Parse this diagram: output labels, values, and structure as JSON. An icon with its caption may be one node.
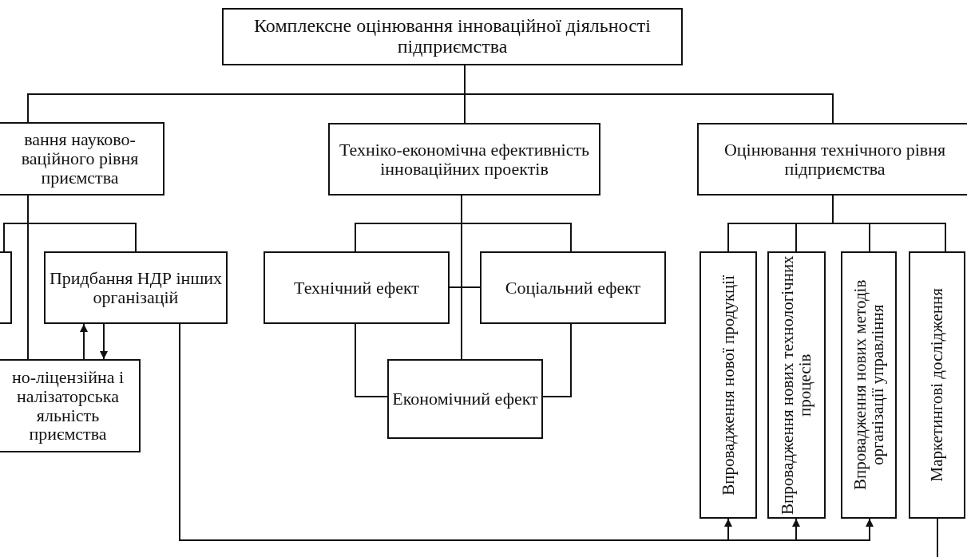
{
  "diagram": {
    "nodes": [
      {
        "text": [
          "Комплексне оцінювання інноваційної діяльності  підприємства"
        ]
      },
      {
        "text": [
          "вання науково- ваційного рівня приємства"
        ]
      },
      {
        "text": [
          "Техніко-економічна ефективність інноваційних проектів"
        ]
      },
      {
        "text": [
          "Оцінювання технічного рівня підприємства"
        ]
      },
      {
        "text": [],
        "shape": "box"
      },
      {
        "text": [
          "Придбання НДР інших організацій"
        ]
      },
      {
        "text": [
          "но-ліцензійна і налізаторська яльність приємства"
        ]
      },
      {
        "text": [
          "Технічний ефект"
        ]
      },
      {
        "text": [
          "Соціальний ефект"
        ]
      },
      {
        "text": [
          "Економічний ефект"
        ]
      },
      {
        "text": [
          "Впровадження нової продукції"
        ]
      },
      {
        "text": [
          "Впровадження нових технологічних процесів"
        ]
      },
      {
        "text": [
          "Впровадження нових методів організації управління"
        ]
      },
      {
        "text": [
          "Маркетингові дослідження"
        ]
      }
    ],
    "edges": [
      {
        "from": 0,
        "to": 1,
        "arrow": "none"
      },
      {
        "from": 0,
        "to": 2,
        "arrow": "none"
      },
      {
        "from": 0,
        "to": 3,
        "arrow": "none"
      },
      {
        "from": 1,
        "to": 4,
        "arrow": "none"
      },
      {
        "from": 1,
        "to": 5,
        "arrow": "none"
      },
      {
        "from": 1,
        "to": 6,
        "arrow": "none"
      },
      {
        "from": 6,
        "to": 5,
        "arrow": "to"
      },
      {
        "from": 5,
        "to": 6,
        "arrow": "to"
      },
      {
        "from": 5,
        "to": 10,
        "arrow": "to"
      },
      {
        "from": 5,
        "to": 11,
        "arrow": "to"
      },
      {
        "from": 5,
        "to": 12,
        "arrow": "to"
      },
      {
        "from": 13,
        "to": null,
        "arrow": "none"
      },
      {
        "from": 2,
        "to": 7,
        "arrow": "none"
      },
      {
        "from": 2,
        "to": 8,
        "arrow": "none"
      },
      {
        "from": 2,
        "to": 9,
        "arrow": "none"
      },
      {
        "from": 7,
        "to": 8,
        "arrow": "none"
      },
      {
        "from": 7,
        "to": 9,
        "arrow": "none"
      },
      {
        "from": 8,
        "to": 9,
        "arrow": "none"
      },
      {
        "from": 3,
        "to": 10,
        "arrow": "none"
      },
      {
        "from": 3,
        "to": 11,
        "arrow": "none"
      },
      {
        "from": 3,
        "to": 12,
        "arrow": "none"
      },
      {
        "from": 3,
        "to": 13,
        "arrow": "none"
      }
    ]
  }
}
